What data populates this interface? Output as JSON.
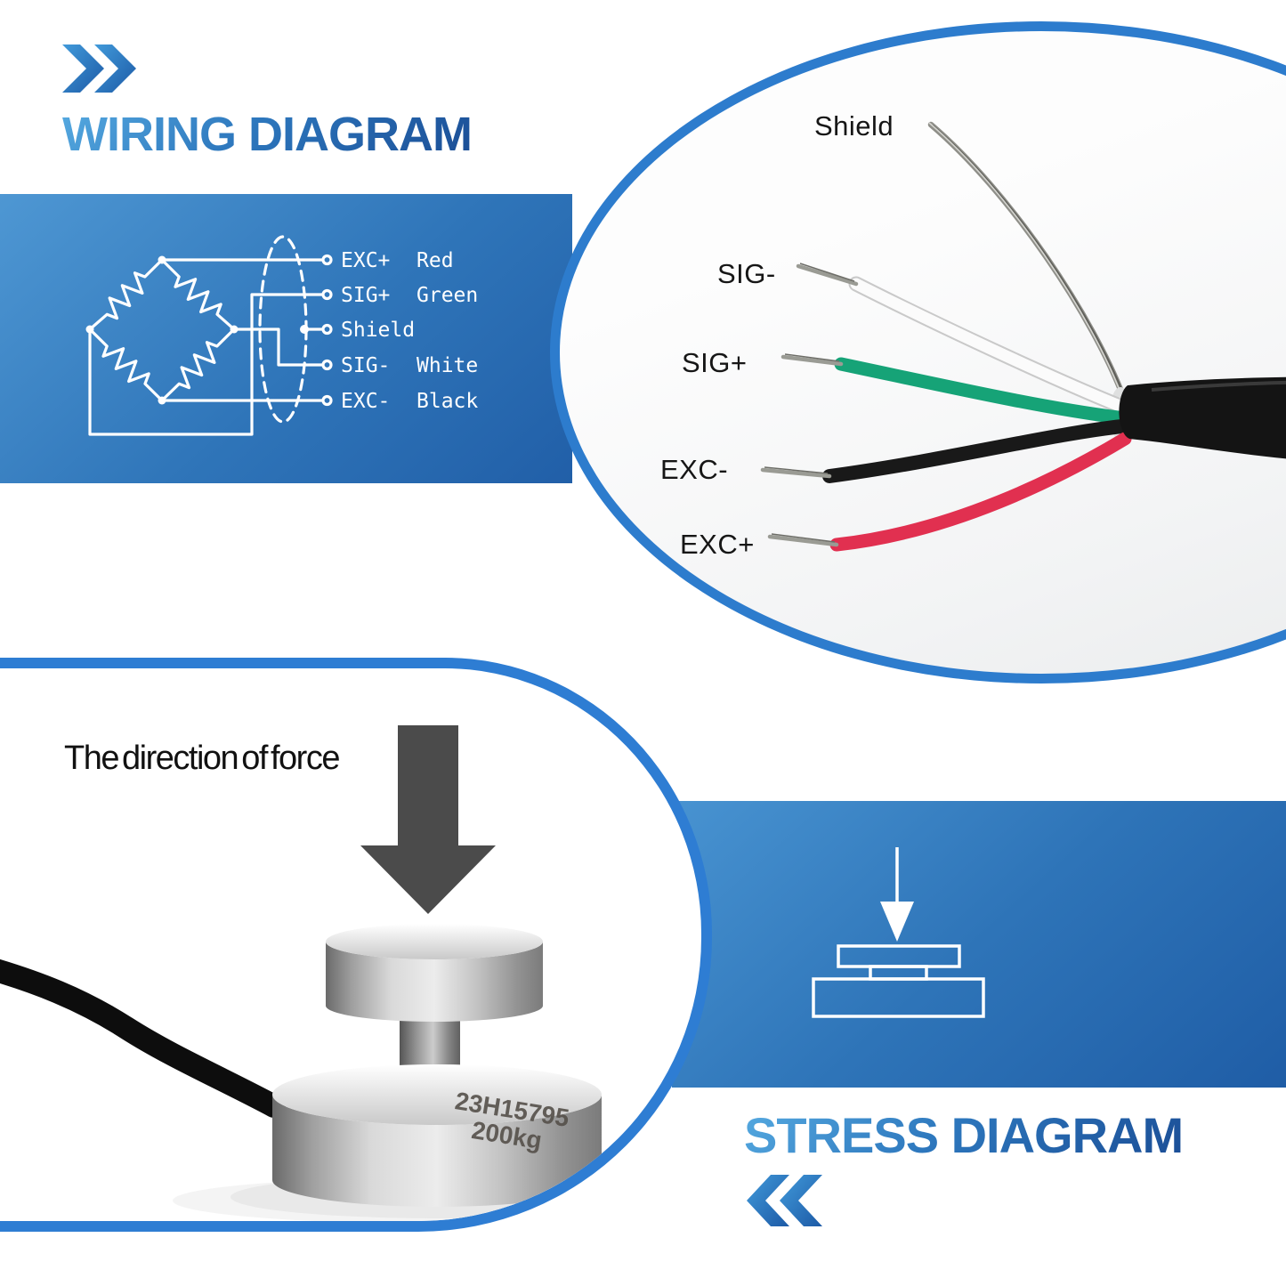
{
  "wiring_section": {
    "title": "WIRING DIAGRAM",
    "chevron_icon": "double-chevron-right-icon",
    "panel_colors": {
      "gradient_start": "#4e97d3",
      "gradient_end": "#215fa8",
      "line": "#ffffff"
    },
    "terminals": [
      {
        "signal": "EXC+",
        "wire": "Red"
      },
      {
        "signal": "SIG+",
        "wire": "Green"
      },
      {
        "signal": "Shield",
        "wire": ""
      },
      {
        "signal": "SIG-",
        "wire": "White"
      },
      {
        "signal": "EXC-",
        "wire": "Black"
      }
    ]
  },
  "cable_photo": {
    "labels": [
      "Shield",
      "SIG-",
      "SIG+",
      "EXC-",
      "EXC+"
    ],
    "wire_colors": {
      "shield": "#8f8f89",
      "sig_minus": "#fafafa",
      "sig_plus": "#16a377",
      "exc_minus": "#191919",
      "exc_plus": "#e13050",
      "jacket": "#141414"
    },
    "border_color": "#2d7ccd"
  },
  "force_section": {
    "caption": "The direction of force",
    "arrow_color": "#4b4b4b",
    "engraving_line1": "23H15795",
    "engraving_line2": "200kg"
  },
  "stress_section": {
    "title": "STRESS DIAGRAM",
    "chevron_icon": "double-chevron-left-icon",
    "icon": "press-scale-icon"
  }
}
